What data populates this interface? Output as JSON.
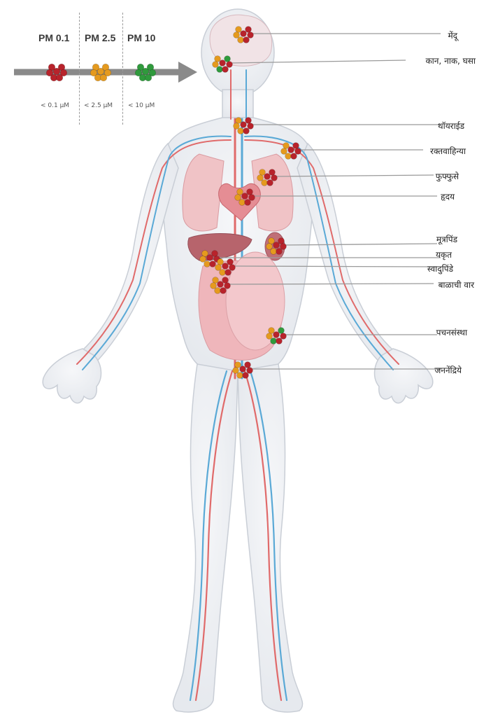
{
  "particles": {
    "pm01": {
      "label": "PM 0.1",
      "size": "< 0.1 μM",
      "color": "#b8232b"
    },
    "pm25": {
      "label": "PM 2.5",
      "size": "< 2.5 μM",
      "color": "#e59a1e"
    },
    "pm10": {
      "label": "PM 10",
      "size": "< 10 μM",
      "color": "#2f9a3c"
    }
  },
  "organs": [
    {
      "id": "brain",
      "label": "मेंदू"
    },
    {
      "id": "ent",
      "label": "कान, नाक, घसा"
    },
    {
      "id": "thyroid",
      "label": "थॉयराईड"
    },
    {
      "id": "vessels",
      "label": "रक्तवाहिन्या"
    },
    {
      "id": "lungs",
      "label": "फुफ्फुसे"
    },
    {
      "id": "heart",
      "label": "हृदय"
    },
    {
      "id": "kidney",
      "label": "मूत्रपिंड"
    },
    {
      "id": "liver",
      "label": "यकृत"
    },
    {
      "id": "pancreas",
      "label": "स्वादुपिंडे"
    },
    {
      "id": "placenta",
      "label": "बाळाची वार"
    },
    {
      "id": "digestive",
      "label": "पचनसंस्था"
    },
    {
      "id": "genitals",
      "label": "जननेंद्रिये"
    }
  ],
  "colors": {
    "arrow": "#8a8a8a",
    "body_fill": "#eef0f3",
    "body_stroke": "#c9ced6",
    "artery": "#e06a6a",
    "vein": "#5aa9d6",
    "organ": "#e9a4a8",
    "leader": "#9a9a9a"
  }
}
